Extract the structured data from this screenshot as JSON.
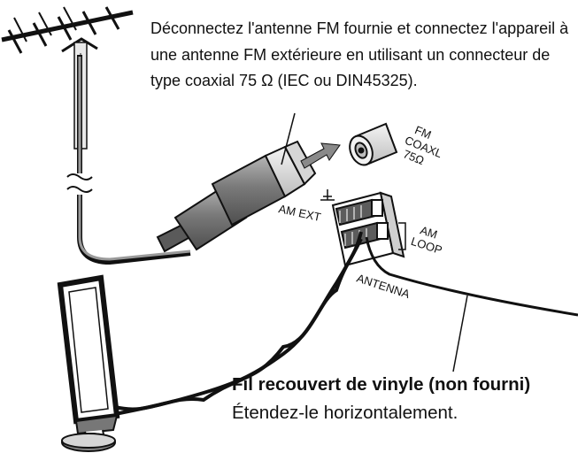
{
  "instruction_text": "Déconnectez l'antenne FM fournie et connectez l'appareil à une antenne FM extérieure en utilisant un connecteur de type coaxial 75 Ω (IEC ou DIN45325).",
  "fm_label": {
    "line1": "FM",
    "line2": "COAXL",
    "line3": "75Ω"
  },
  "am_ext_label": "AM EXT",
  "am_loop_label": {
    "line1": "AM",
    "line2": "LOOP"
  },
  "antenna_label": "ANTENNA",
  "vinyl_wire_label": "Fil recouvert de vinyle (non fourni)",
  "vinyl_wire_instruction": "Étendez-le horizontalement.",
  "colors": {
    "ink": "#111111",
    "plug_gray": "#8c8c8c",
    "light_gray": "#d0d0d0",
    "pole_gray": "#999999"
  }
}
